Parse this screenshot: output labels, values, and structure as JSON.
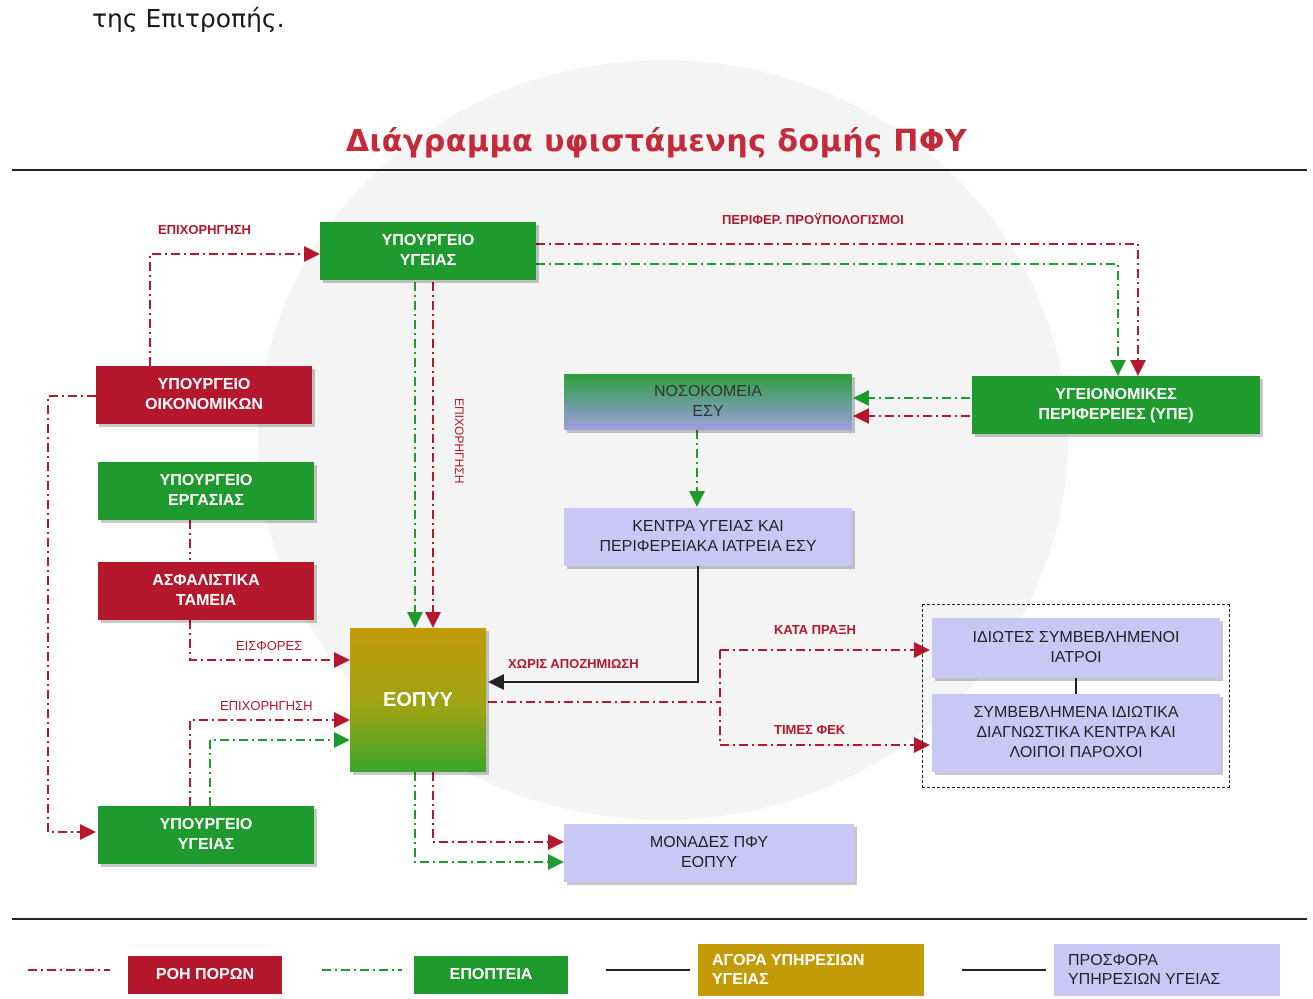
{
  "intro_text": "της Επιτροπής.",
  "title": "Διάγραμμα υφιστάμενης δομής ΠΦΥ",
  "boxes": {
    "ypourgeio_ygeias_top": "ΥΠΟΥΡΓΕΙΟ\nΥΓΕΙΑΣ",
    "ypourgeio_oikonomikon": "ΥΠΟΥΡΓΕΙΟ\nΟΙΚΟΝΟΜΙΚΩΝ",
    "ypourgeio_ergasias": "ΥΠΟΥΡΓΕΙΟ\nΕΡΓΑΣΙΑΣ",
    "asfalistika_tameia": "ΑΣΦΑΛΙΣΤΙΚΑ\nΤΑΜΕΙΑ",
    "ypourgeio_ygeias_bottom": "ΥΠΟΥΡΓΕΙΟ\nΥΓΕΙΑΣ",
    "nosokomeia": "ΝΟΣΟΚΟΜΕΙΑ\nΕΣΥ",
    "ype": "ΥΓΕΙΟΝΟΜΙΚΕΣ\nΠΕΡΙΦΕΡΕΙΕΣ (ΥΠΕ)",
    "kentra_ygeias": "ΚΕΝΤΡΑ ΥΓΕΙΑΣ ΚΑΙ\nΠΕΡΙΦΕΡΕΙΑΚΑ ΙΑΤΡΕΙΑ ΕΣΥ",
    "eopyy": "ΕΟΠΥΥ",
    "idiotes_iatroi": "ΙΔΙΩΤΕΣ ΣΥΜΒΕΒΛΗΜΕΝΟΙ\nΙΑΤΡΟΙ",
    "diagnostika": "ΣΥΜΒΕΒΛΗΜΕΝΑ ΙΔΙΩΤΙΚΑ\nΔΙΑΓΝΩΣΤΙΚΑ ΚΕΝΤΡΑ ΚΑΙ\nΛΟΙΠΟΙ ΠΑΡΟΧΟΙ",
    "monades_pfy": "ΜΟΝΑΔΕΣ ΠΦΥ\nΕΟΠΥΥ"
  },
  "labels": {
    "epichorigisi_top": "ΕΠΙΧΟΡΗΓΗΣΗ",
    "perifer_proypologismoi": "ΠΕΡΙΦΕΡ. ΠΡΟΫΠΟΛΟΓΙΣΜΟΙ",
    "epichorigisi_vertical": "ΕΠΙΧΟΡΗΓΗΣΗ",
    "eisfores": "ΕΙΣΦΟΡΕΣ",
    "epichorigisi_bottom": "ΕΠΙΧΟΡΗΓΗΣΗ",
    "choris_apozimiosi": "ΧΩΡΙΣ ΑΠΟΖΗΜΙΩΣΗ",
    "kata_praxi": "ΚΑΤΑ ΠΡΑΞΗ",
    "times_fek": "ΤΙΜΕΣ ΦΕΚ"
  },
  "legend": [
    {
      "label": "ΡΟΗ ΠΟΡΩΝ",
      "color": "#b5172d",
      "line": "dash-dot-red"
    },
    {
      "label": "ΕΠΟΠΤΕΙΑ",
      "color": "#1f9a2e",
      "line": "dash-dot-green"
    },
    {
      "label": "ΑΓΟΡΑ ΥΠΗΡΕΣΙΩΝ\nΥΓΕΙΑΣ",
      "color": "#c39a08",
      "line": "solid"
    },
    {
      "label": "ΠΡΟΣΦΟΡΑ\nΥΠΗΡΕΣΙΩΝ ΥΓΕΙΑΣ",
      "color": "#c9c7f6",
      "line": "solid"
    }
  ],
  "colors": {
    "red": "#b5172d",
    "green": "#1f9a2e",
    "lavender": "#c9c7f6",
    "gold": "#c39a08"
  }
}
